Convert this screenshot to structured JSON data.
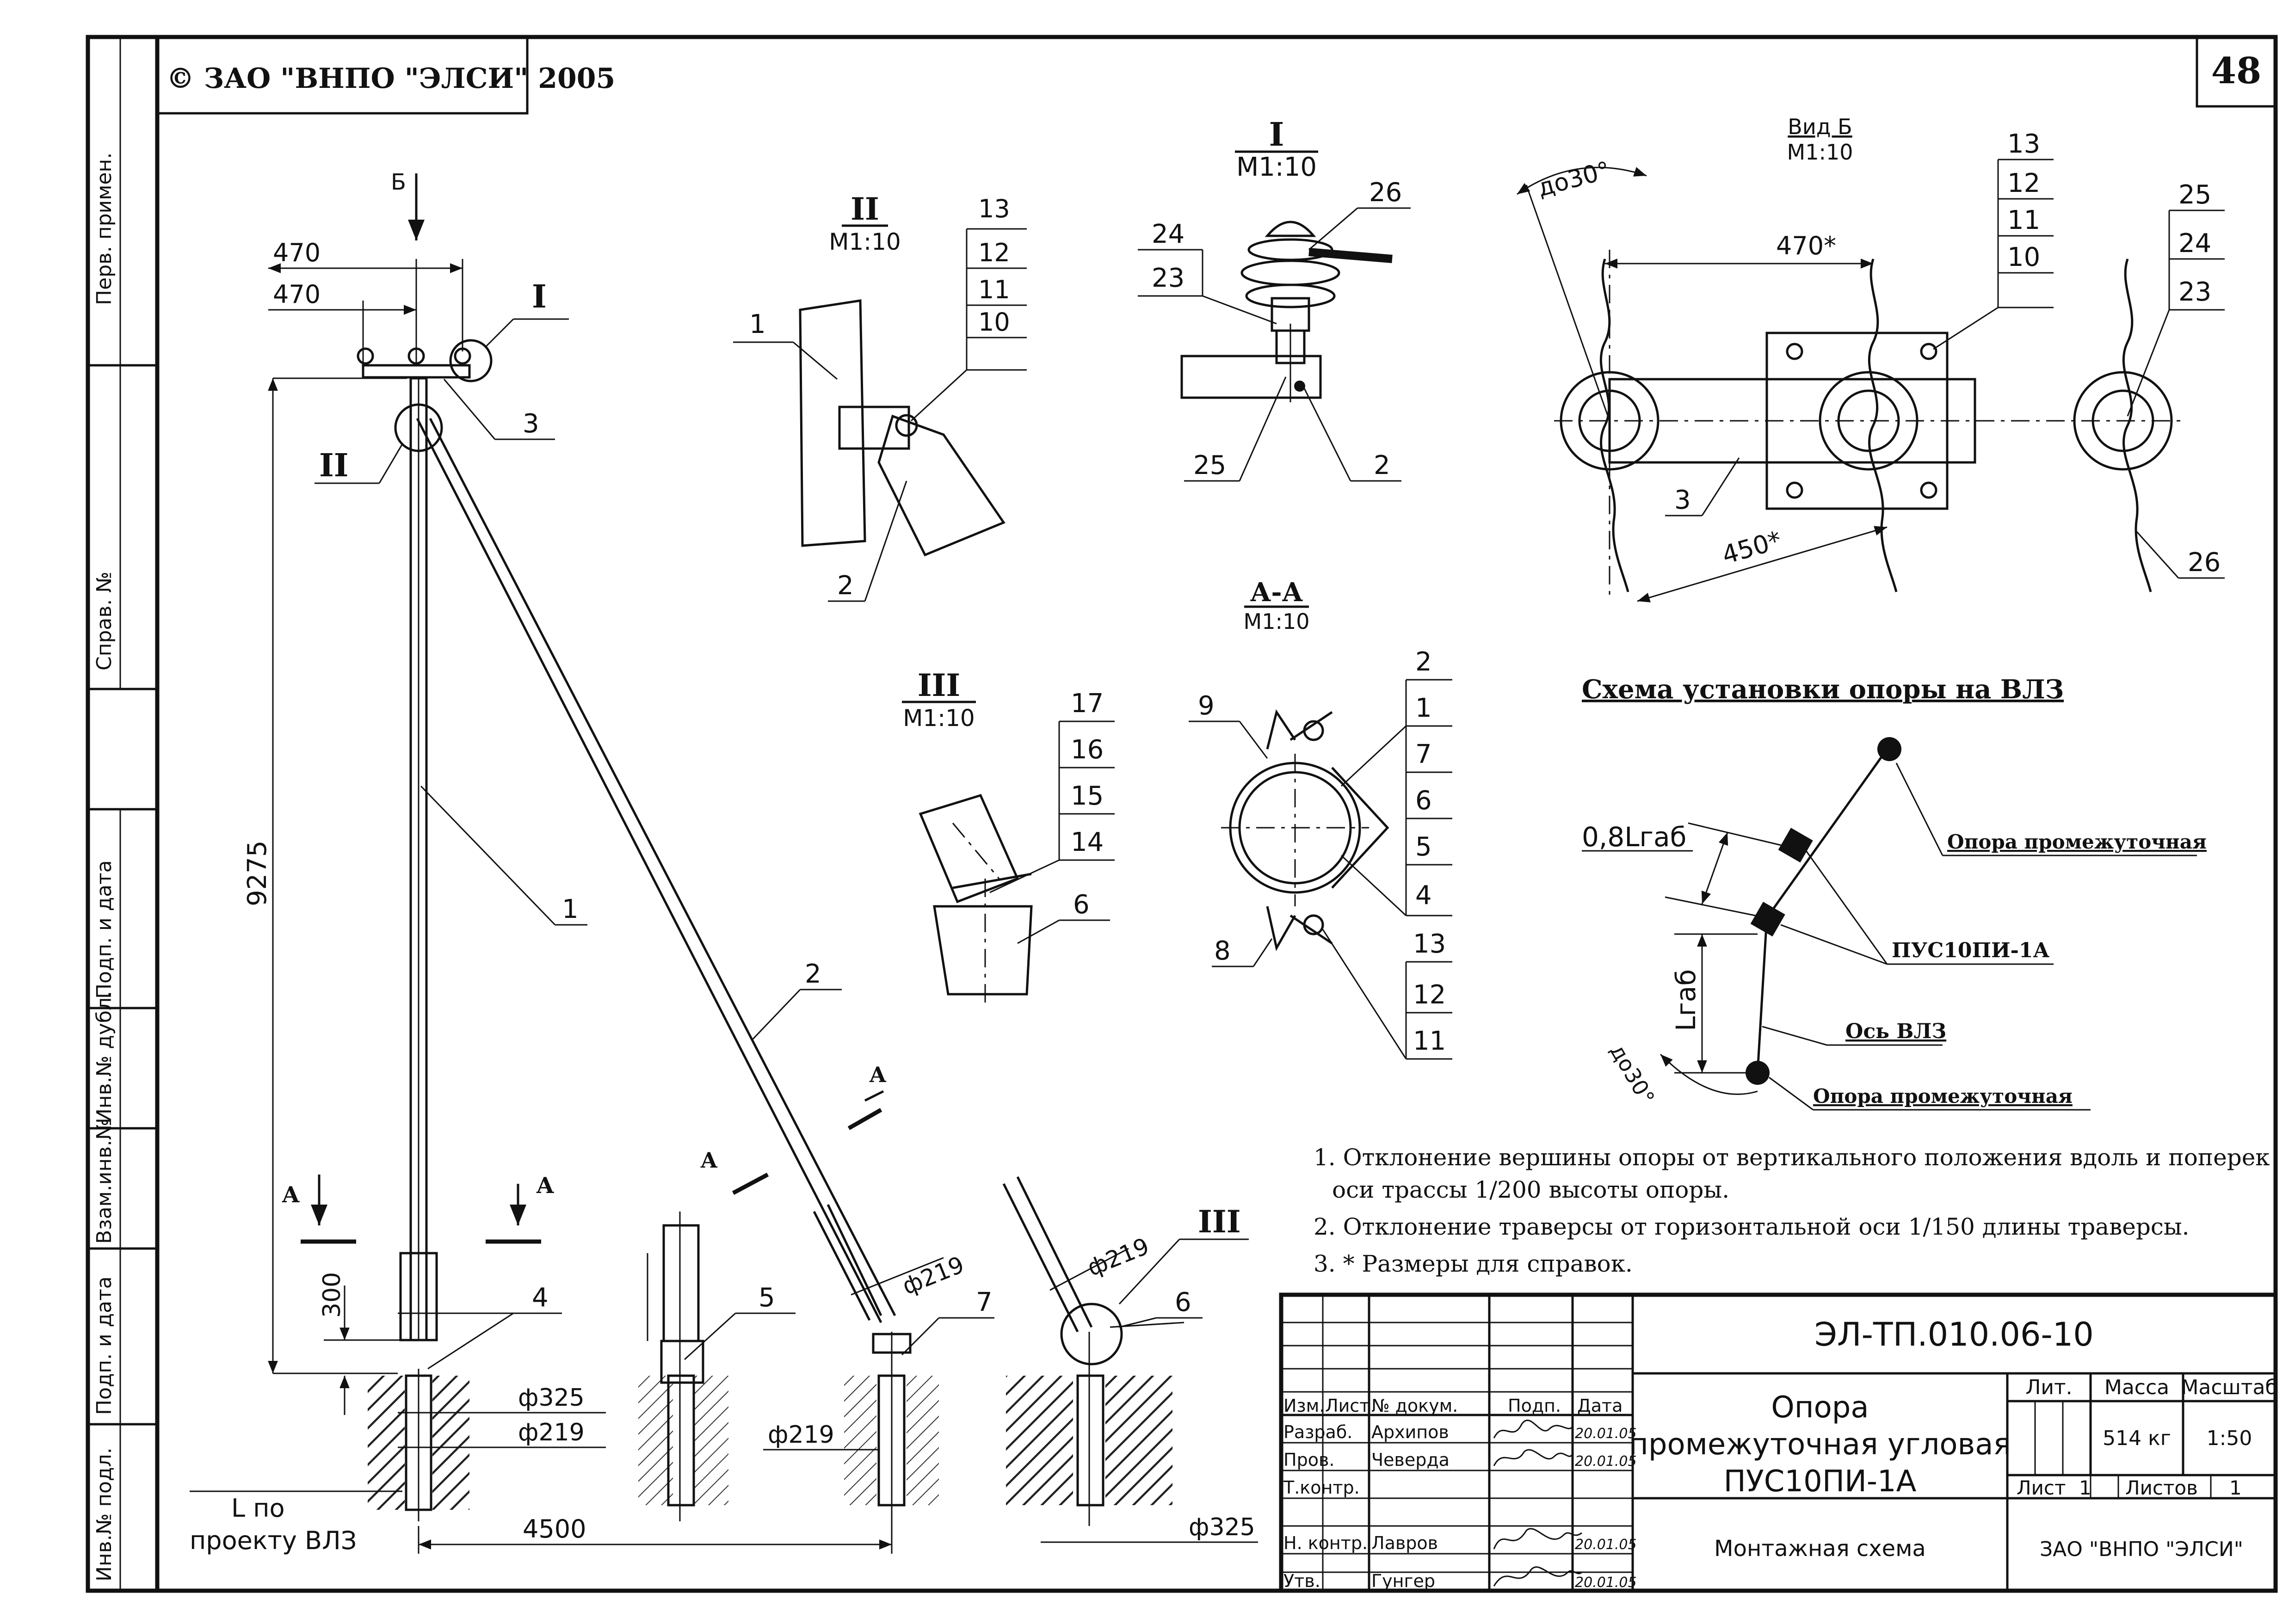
{
  "header": {
    "copyright": "© ЗАО \"ВНПО \"ЭЛСИ\" 2005",
    "page_number": "48"
  },
  "side_stamp": {
    "perv_primen": "Перв. примен.",
    "sprav_no": "Справ. №",
    "podp_data_1": "Подп. и дата",
    "inv_dubl": "Инв.№ дубл.",
    "vzam_inv": "Взам.инв.№",
    "podp_data_2": "Подп. и дата",
    "inv_podl": "Инв.№ подл."
  },
  "main_view": {
    "view_b": "Б",
    "dim_470_top": "470",
    "dim_470_second": "470",
    "callout_I": "I",
    "callout_II": "II",
    "callout_III": "III",
    "dim_9275": "9275",
    "dim_300": "300",
    "dim_4500": "4500",
    "dim_phi325_a": "ф325",
    "dim_phi219_a": "ф219",
    "dim_phi219_b": "ф219",
    "dim_phi219_c": "ф219",
    "dim_phi219_d": "ф219",
    "dim_phi325_b": "ф325",
    "l_po": "L по",
    "proektu": "проекту ВЛЗ",
    "sec_a1": "A",
    "sec_a2": "A",
    "sec_a3": "A",
    "sec_a4": "A",
    "pos_1": "1",
    "pos_2": "2",
    "pos_3": "3",
    "pos_4": "4",
    "pos_5": "5",
    "pos_6": "6",
    "pos_7": "7"
  },
  "detail_II": {
    "title": "II",
    "scale": "М1:10",
    "p1": "1",
    "p2": "2",
    "p10": "10",
    "p11": "11",
    "p12": "12",
    "p13": "13"
  },
  "detail_I": {
    "title": "I",
    "scale": "М1:10",
    "p24": "24",
    "p23": "23",
    "p26": "26",
    "p25": "25",
    "p2": "2"
  },
  "detail_III": {
    "title": "III",
    "scale": "М1:10",
    "p17": "17",
    "p16": "16",
    "p15": "15",
    "p14": "14",
    "p6": "6"
  },
  "section_AA": {
    "title": "А-А",
    "scale": "М1:10",
    "p2": "2",
    "p1": "1",
    "p7": "7",
    "p6": "6",
    "p5": "5",
    "p4": "4",
    "p13": "13",
    "p12": "12",
    "p11": "11",
    "p9": "9",
    "p8": "8"
  },
  "view_B": {
    "title": "Вид Б",
    "scale": "М1:10",
    "angle": "до30°",
    "dim_470": "470*",
    "dim_450": "450*",
    "p13": "13",
    "p12": "12",
    "p11": "11",
    "p10": "10",
    "p25": "25",
    "p24": "24",
    "p23": "23",
    "p3": "3",
    "p26": "26"
  },
  "scheme": {
    "title": "Схема установки опоры на ВЛЗ",
    "l_gab_08": "0,8Lгаб",
    "l_gab": "Lгаб",
    "angle": "до30°",
    "opora_prom_1": "Опора промежуточная",
    "pus": "ПУС10ПИ-1А",
    "os_vlz": "Ось ВЛЗ",
    "opora_prom_2": "Опора промежуточная"
  },
  "notes": [
    "1. Отклонение вершины опоры от вертикального положения вдоль и поперек",
    "оси трассы 1/200 высоты опоры.",
    "2. Отклонение траверсы от горизонтальной оси 1/150 длины траверсы.",
    "3. * Размеры для справок."
  ],
  "title_block": {
    "doc_code": "ЭЛ-ТП.010.06-10",
    "name_line1": "Опора",
    "name_line2": "промежуточная угловая",
    "name_line3": "ПУС10ПИ-1А",
    "subtitle": "Монтажная схема",
    "lit": "Лит.",
    "massa": "Масса",
    "masshtab": "Масштаб",
    "mass_value": "514 кг",
    "scale_value": "1:50",
    "list": "Лист",
    "list_value": "1",
    "listov": "Листов",
    "listov_value": "1",
    "company": "ЗАО \"ВНПО \"ЭЛСИ\"",
    "h_izm": "Изм.",
    "h_list": "Лист",
    "h_doc": "№ докум.",
    "h_podp": "Подп.",
    "h_data": "Дата",
    "r1_role": "Разраб.",
    "r1_name": "Архипов",
    "r1_date": "20.01.05",
    "r2_role": "Пров.",
    "r2_name": "Чеверда",
    "r2_date": "20.01.05",
    "r3_role": "Т.контр.",
    "r4_role": "Н. контр.",
    "r4_name": "Лавров",
    "r4_date": "20.01.05",
    "r5_role": "Утв.",
    "r5_name": "Гунгер",
    "r5_date": "20.01.05"
  }
}
